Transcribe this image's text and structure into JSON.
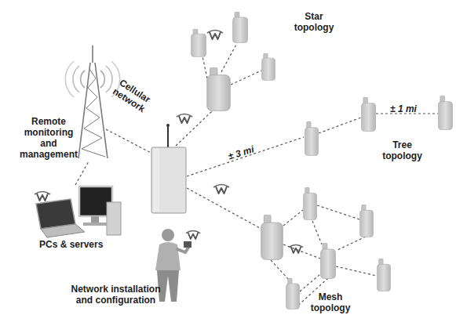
{
  "diagram": {
    "labels": [
      "Star topology",
      "Cellular network",
      "Remote monitoring and management",
      "± 3 mi",
      "± 1 mi",
      "Tree topology",
      "PCs & servers",
      "Network installation and configuration",
      "Mesh topology"
    ]
  }
}
